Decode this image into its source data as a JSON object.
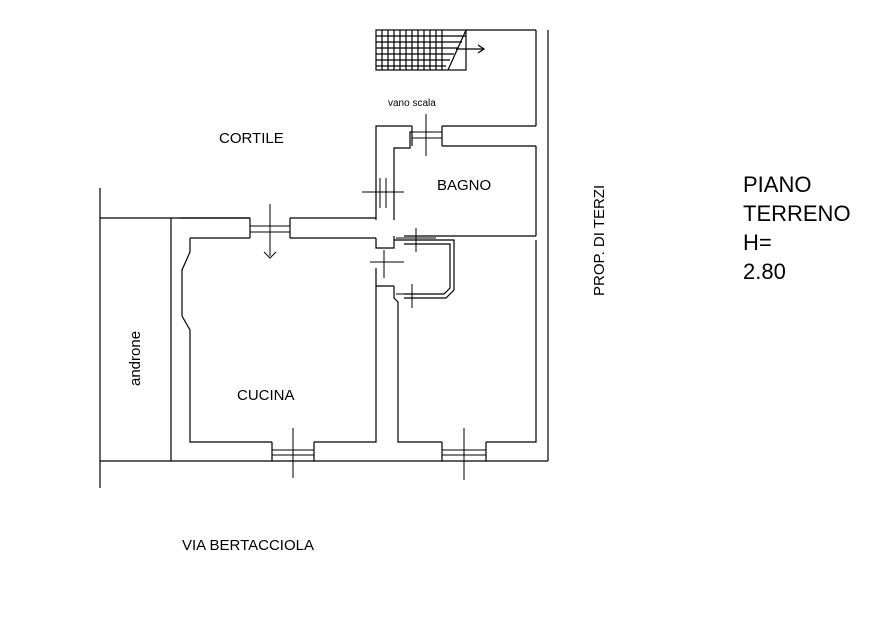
{
  "title": {
    "line1": "PIANO",
    "line2": "TERRENO",
    "line3": "H=",
    "line4": "2.80"
  },
  "labels": {
    "cortile": "CORTILE",
    "vano_scala": "vano scala",
    "bagno": "BAGNO",
    "cucina": "CUCINA",
    "androne": "androne",
    "prop_terzi": "PROP. DI TERZI",
    "street": "VIA BERTACCIOLA"
  },
  "colors": {
    "line": "#000000",
    "background": "#ffffff"
  }
}
